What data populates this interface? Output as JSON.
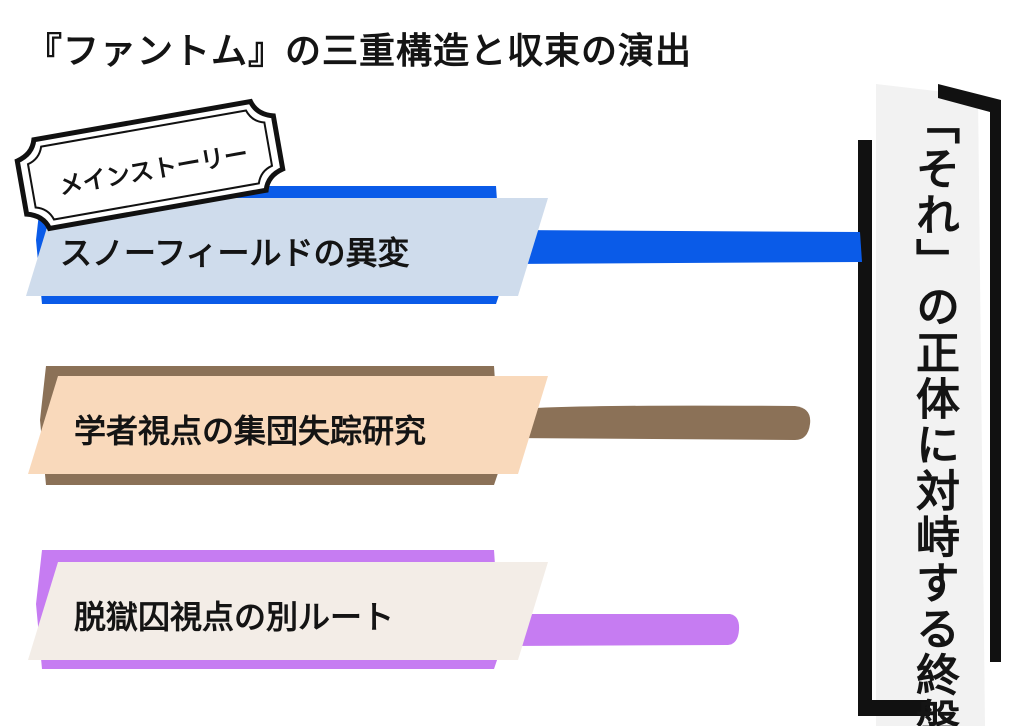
{
  "title": "『ファントム』の三重構造と収束の演出",
  "main_story_tag": "メインストーリー",
  "routes": [
    {
      "label": "スノーフィールドの異変",
      "color": "#0a5be8",
      "fill": "#cfdcec"
    },
    {
      "label": "学者視点の集団失踪研究",
      "color": "#8b7157",
      "fill": "#f9d9bb"
    },
    {
      "label": "脱獄囚視点の別ルート",
      "color": "#c67cf2",
      "fill": "#f3ede7"
    }
  ],
  "convergence": {
    "text": "「それ」の正体に対峙する終盤",
    "panel_color": "#f2f2f2",
    "bracket_color": "#111111"
  }
}
